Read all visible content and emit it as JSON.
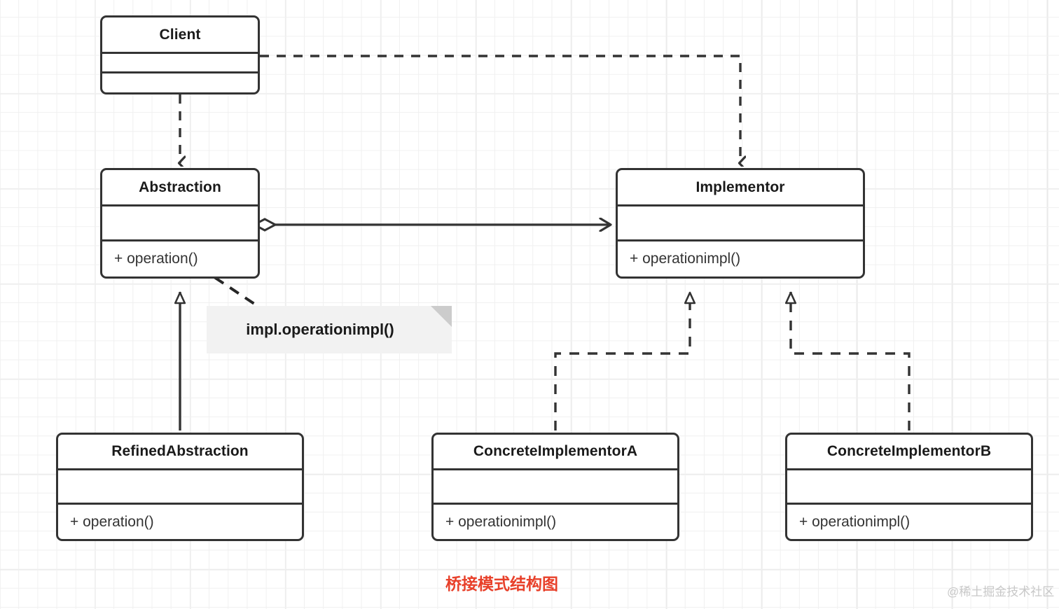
{
  "diagram": {
    "caption": "桥接模式结构图",
    "watermark": "@稀土掘金技术社区",
    "accent_color": "#e8402a",
    "stroke_color": "#333333",
    "background": "#ffffff",
    "grid_color": "#e6e6e6",
    "note_background": "#f2f2f2"
  },
  "classes": {
    "client": {
      "name": "Client",
      "attributes": "",
      "operations": ""
    },
    "abstraction": {
      "name": "Abstraction",
      "attributes": "",
      "operations": "+ operation()"
    },
    "implementor": {
      "name": "Implementor",
      "attributes": "",
      "operations": "+ operationimpl()"
    },
    "refined_abstraction": {
      "name": "RefinedAbstraction",
      "attributes": "",
      "operations": "+ operation()"
    },
    "concrete_implementor_a": {
      "name": "ConcreteImplementorA",
      "attributes": "",
      "operations": "+ operationimpl()"
    },
    "concrete_implementor_b": {
      "name": "ConcreteImplementorB",
      "attributes": "",
      "operations": "+ operationimpl()"
    }
  },
  "note": {
    "text": "impl.operationimpl()"
  },
  "relationships": [
    {
      "id": "client-to-abstraction",
      "from": "Client",
      "to": "Abstraction",
      "type": "dependency",
      "style": "dashed",
      "arrow": "open-v"
    },
    {
      "id": "client-to-implementor",
      "from": "Client",
      "to": "Implementor",
      "type": "dependency",
      "style": "dashed",
      "arrow": "open-v"
    },
    {
      "id": "abstraction-to-implementor",
      "from": "Abstraction",
      "to": "Implementor",
      "type": "aggregation",
      "style": "solid",
      "arrow": "open-arrow",
      "source_decoration": "hollow-diamond"
    },
    {
      "id": "abstraction-to-note",
      "from": "Abstraction",
      "to": "impl.operationimpl()",
      "type": "note-anchor",
      "style": "dashed",
      "arrow": "filled-triangle"
    },
    {
      "id": "refinedabstraction-to-abstraction",
      "from": "RefinedAbstraction",
      "to": "Abstraction",
      "type": "generalization",
      "style": "solid",
      "arrow": "hollow-triangle"
    },
    {
      "id": "concreteimplementora-to-implementor",
      "from": "ConcreteImplementorA",
      "to": "Implementor",
      "type": "realization",
      "style": "dashed",
      "arrow": "hollow-triangle"
    },
    {
      "id": "concreteimplementorb-to-implementor",
      "from": "ConcreteImplementorB",
      "to": "Implementor",
      "type": "realization",
      "style": "dashed",
      "arrow": "hollow-triangle"
    }
  ]
}
